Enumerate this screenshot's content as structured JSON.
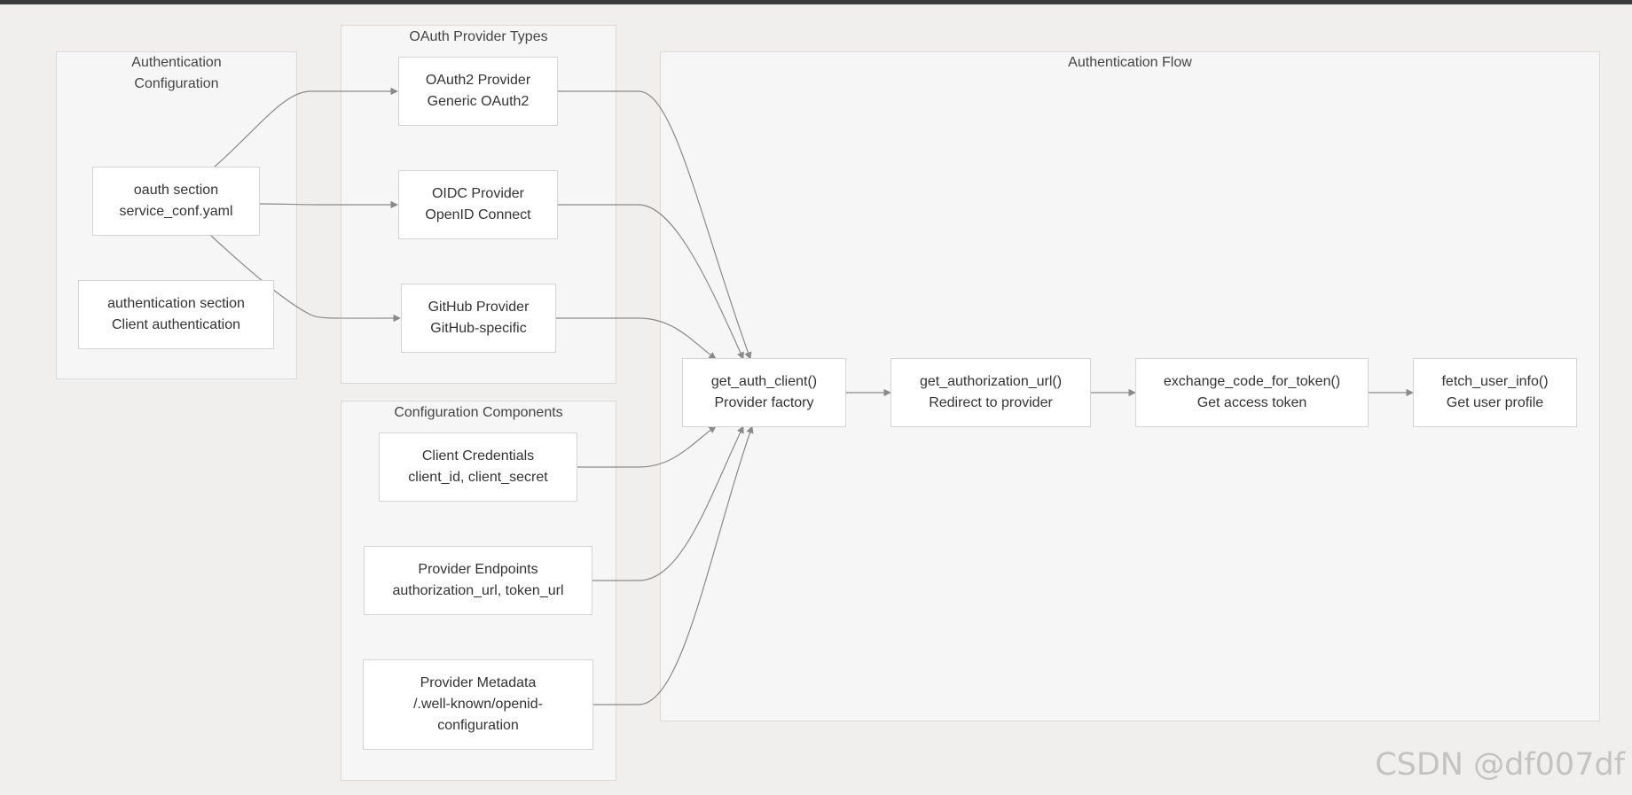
{
  "clusters": {
    "auth_config": {
      "title": "Authentication\nConfiguration"
    },
    "provider_types": {
      "title": "OAuth Provider Types"
    },
    "config_components": {
      "title": "Configuration Components"
    },
    "auth_flow": {
      "title": "Authentication Flow"
    }
  },
  "nodes": {
    "oauth_section": {
      "line1": "oauth section",
      "line2": "service_conf.yaml"
    },
    "authentication_section": {
      "line1": "authentication section",
      "line2": "Client authentication"
    },
    "oauth2_provider": {
      "line1": "OAuth2 Provider",
      "line2": "Generic OAuth2"
    },
    "oidc_provider": {
      "line1": "OIDC Provider",
      "line2": "OpenID Connect"
    },
    "github_provider": {
      "line1": "GitHub Provider",
      "line2": "GitHub-specific"
    },
    "client_credentials": {
      "line1": "Client Credentials",
      "line2": "client_id, client_secret"
    },
    "provider_endpoints": {
      "line1": "Provider Endpoints",
      "line2": "authorization_url, token_url"
    },
    "provider_metadata": {
      "line1": "Provider Metadata",
      "line2": "/.well-known/openid-",
      "line3": "configuration"
    },
    "get_auth_client": {
      "line1": "get_auth_client()",
      "line2": "Provider factory"
    },
    "get_authorization_url": {
      "line1": "get_authorization_url()",
      "line2": "Redirect to provider"
    },
    "exchange_code": {
      "line1": "exchange_code_for_token()",
      "line2": "Get access token"
    },
    "fetch_user_info": {
      "line1": "fetch_user_info()",
      "line2": "Get user profile"
    }
  },
  "watermark": "CSDN @df007df",
  "colors": {
    "background": "#f0efed",
    "cluster": "#f6f6f6",
    "node": "#ffffff",
    "edge": "#8a8a8a"
  }
}
